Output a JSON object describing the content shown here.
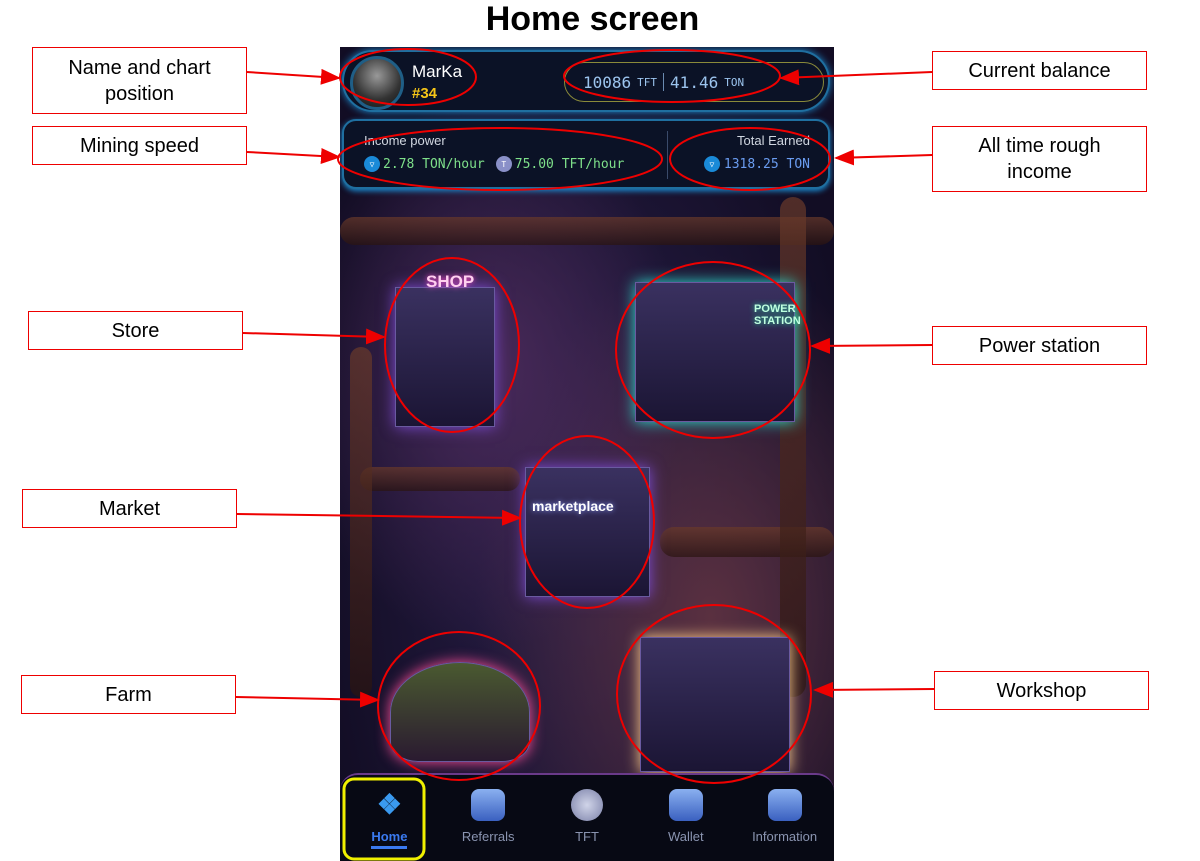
{
  "title": "Home screen",
  "annotations": {
    "name": "Name and chart position",
    "mining": "Mining speed",
    "balance": "Current balance",
    "income": "All time rough income",
    "store": "Store",
    "power": "Power station",
    "market": "Market",
    "farm": "Farm",
    "workshop": "Workshop"
  },
  "profile": {
    "name": "MarKa",
    "rank": "#34"
  },
  "balance": {
    "tft": "10086",
    "tft_unit": "TFT",
    "ton": "41.46",
    "ton_unit": "TON"
  },
  "income": {
    "label": "Income power",
    "ton_rate": "2.78 TON/hour",
    "tft_rate": "75.00 TFT/hour"
  },
  "total": {
    "label": "Total Earned",
    "value": "1318.25 TON"
  },
  "buildings": {
    "shop": "SHOP",
    "power": "POWER STATION",
    "market": "marketplace"
  },
  "nav": [
    {
      "label": "Home",
      "icon": "cubes-icon",
      "active": true
    },
    {
      "label": "Referrals",
      "icon": "people-icon"
    },
    {
      "label": "TFT",
      "icon": "tft-coin-icon"
    },
    {
      "label": "Wallet",
      "icon": "wallet-icon"
    },
    {
      "label": "Information",
      "icon": "book-icon"
    }
  ],
  "colors": {
    "annotation": "#e00000",
    "highlight": "#f0f000",
    "accent": "#3a7af0"
  }
}
